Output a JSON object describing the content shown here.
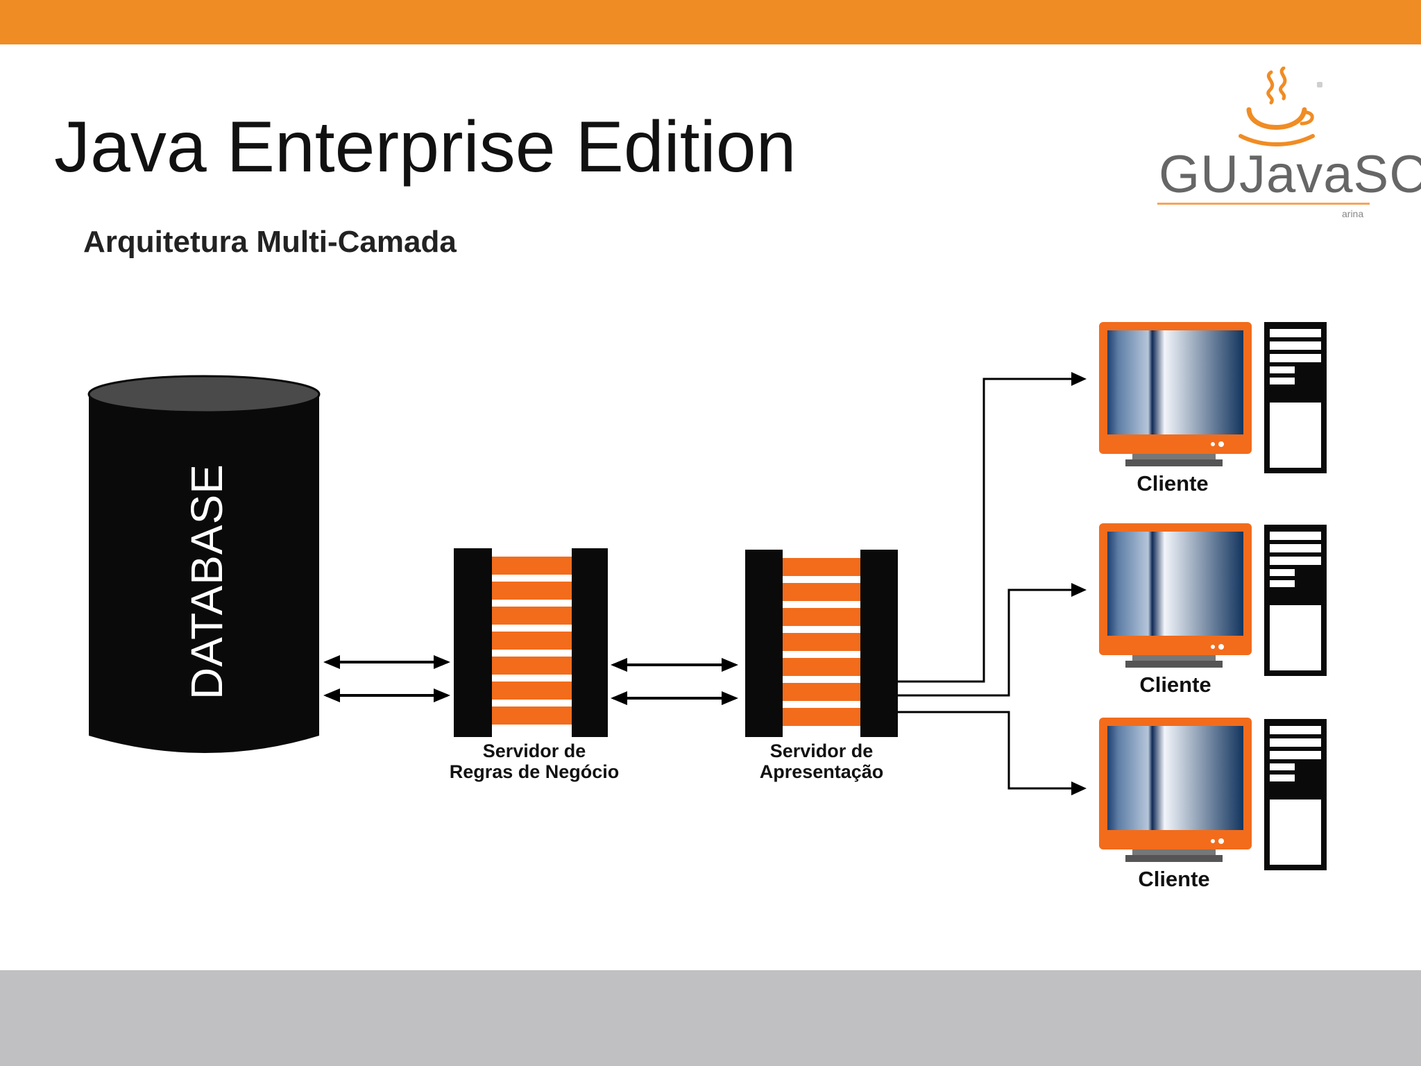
{
  "slide": {
    "title": "Java Enterprise Edition",
    "subtitle": "Arquitetura Multi-Camada"
  },
  "logo": {
    "text": "GUJavaSC",
    "small_text": "arina",
    "icon": "coffee-cup-icon"
  },
  "diagram": {
    "database_label": "DATABASE",
    "servers": [
      {
        "line1": "Servidor de",
        "line2": "Regras de Negócio"
      },
      {
        "line1": "Servidor de",
        "line2": "Apresentação"
      }
    ],
    "clients": [
      {
        "label": "Cliente"
      },
      {
        "label": "Cliente"
      },
      {
        "label": "Cliente"
      }
    ]
  },
  "colors": {
    "top_bar": "#f08c24",
    "bottom_bar": "#c0bfc1",
    "accent_orange": "#f26c1c",
    "dark": "#0a0a0a"
  }
}
